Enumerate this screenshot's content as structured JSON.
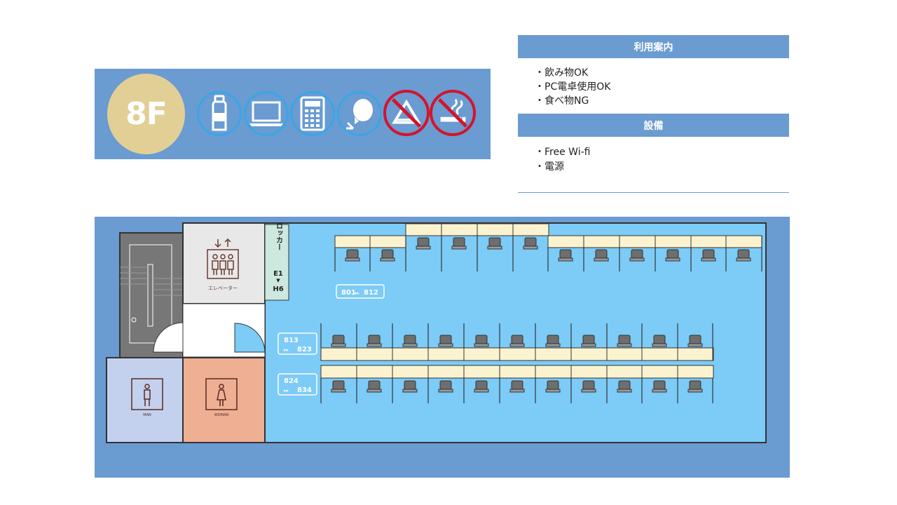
{
  "floor": {
    "label": "8F"
  },
  "amenities": [
    {
      "icon": "bottle-icon",
      "status": "ok"
    },
    {
      "icon": "laptop-icon",
      "status": "ok"
    },
    {
      "icon": "calculator-icon",
      "status": "ok"
    },
    {
      "icon": "talking-icon",
      "status": "ok"
    },
    {
      "icon": "no-food-icon",
      "status": "ng"
    },
    {
      "icon": "no-smoking-icon",
      "status": "ng"
    }
  ],
  "info": {
    "usage_title": "利用案内",
    "usage_items": [
      "・飲み物OK",
      "・PC電卓使用OK",
      "・食べ物NG"
    ],
    "facility_title": "設備",
    "facility_items": [
      "・Free Wi-fi",
      "・電源"
    ]
  },
  "map": {
    "elevator_label": "エレベーター",
    "locker_label": "ロッカー",
    "locker_range_start": "E1",
    "locker_range_arrow": "▼",
    "locker_range_end": "H6",
    "man_label": "MAN",
    "woman_label": "WOMAN",
    "seat_groups": [
      {
        "from": "801",
        "arrows": "▸▸",
        "to": "812"
      },
      {
        "from": "813",
        "arrows": "▸▸",
        "to": "823"
      },
      {
        "from": "824",
        "arrows": "▸▸",
        "to": "834"
      }
    ]
  },
  "colors": {
    "banner": "#6a9bd1",
    "badge": "#e2cf96",
    "ok_ring": "#3aa6e6",
    "ng_ring": "#d4142b",
    "floor_area": "#7dcbf7",
    "desk": "#fbf3cf",
    "men_room": "#c3d1ee",
    "women_room": "#eeaf93",
    "stairs": "#777777"
  }
}
